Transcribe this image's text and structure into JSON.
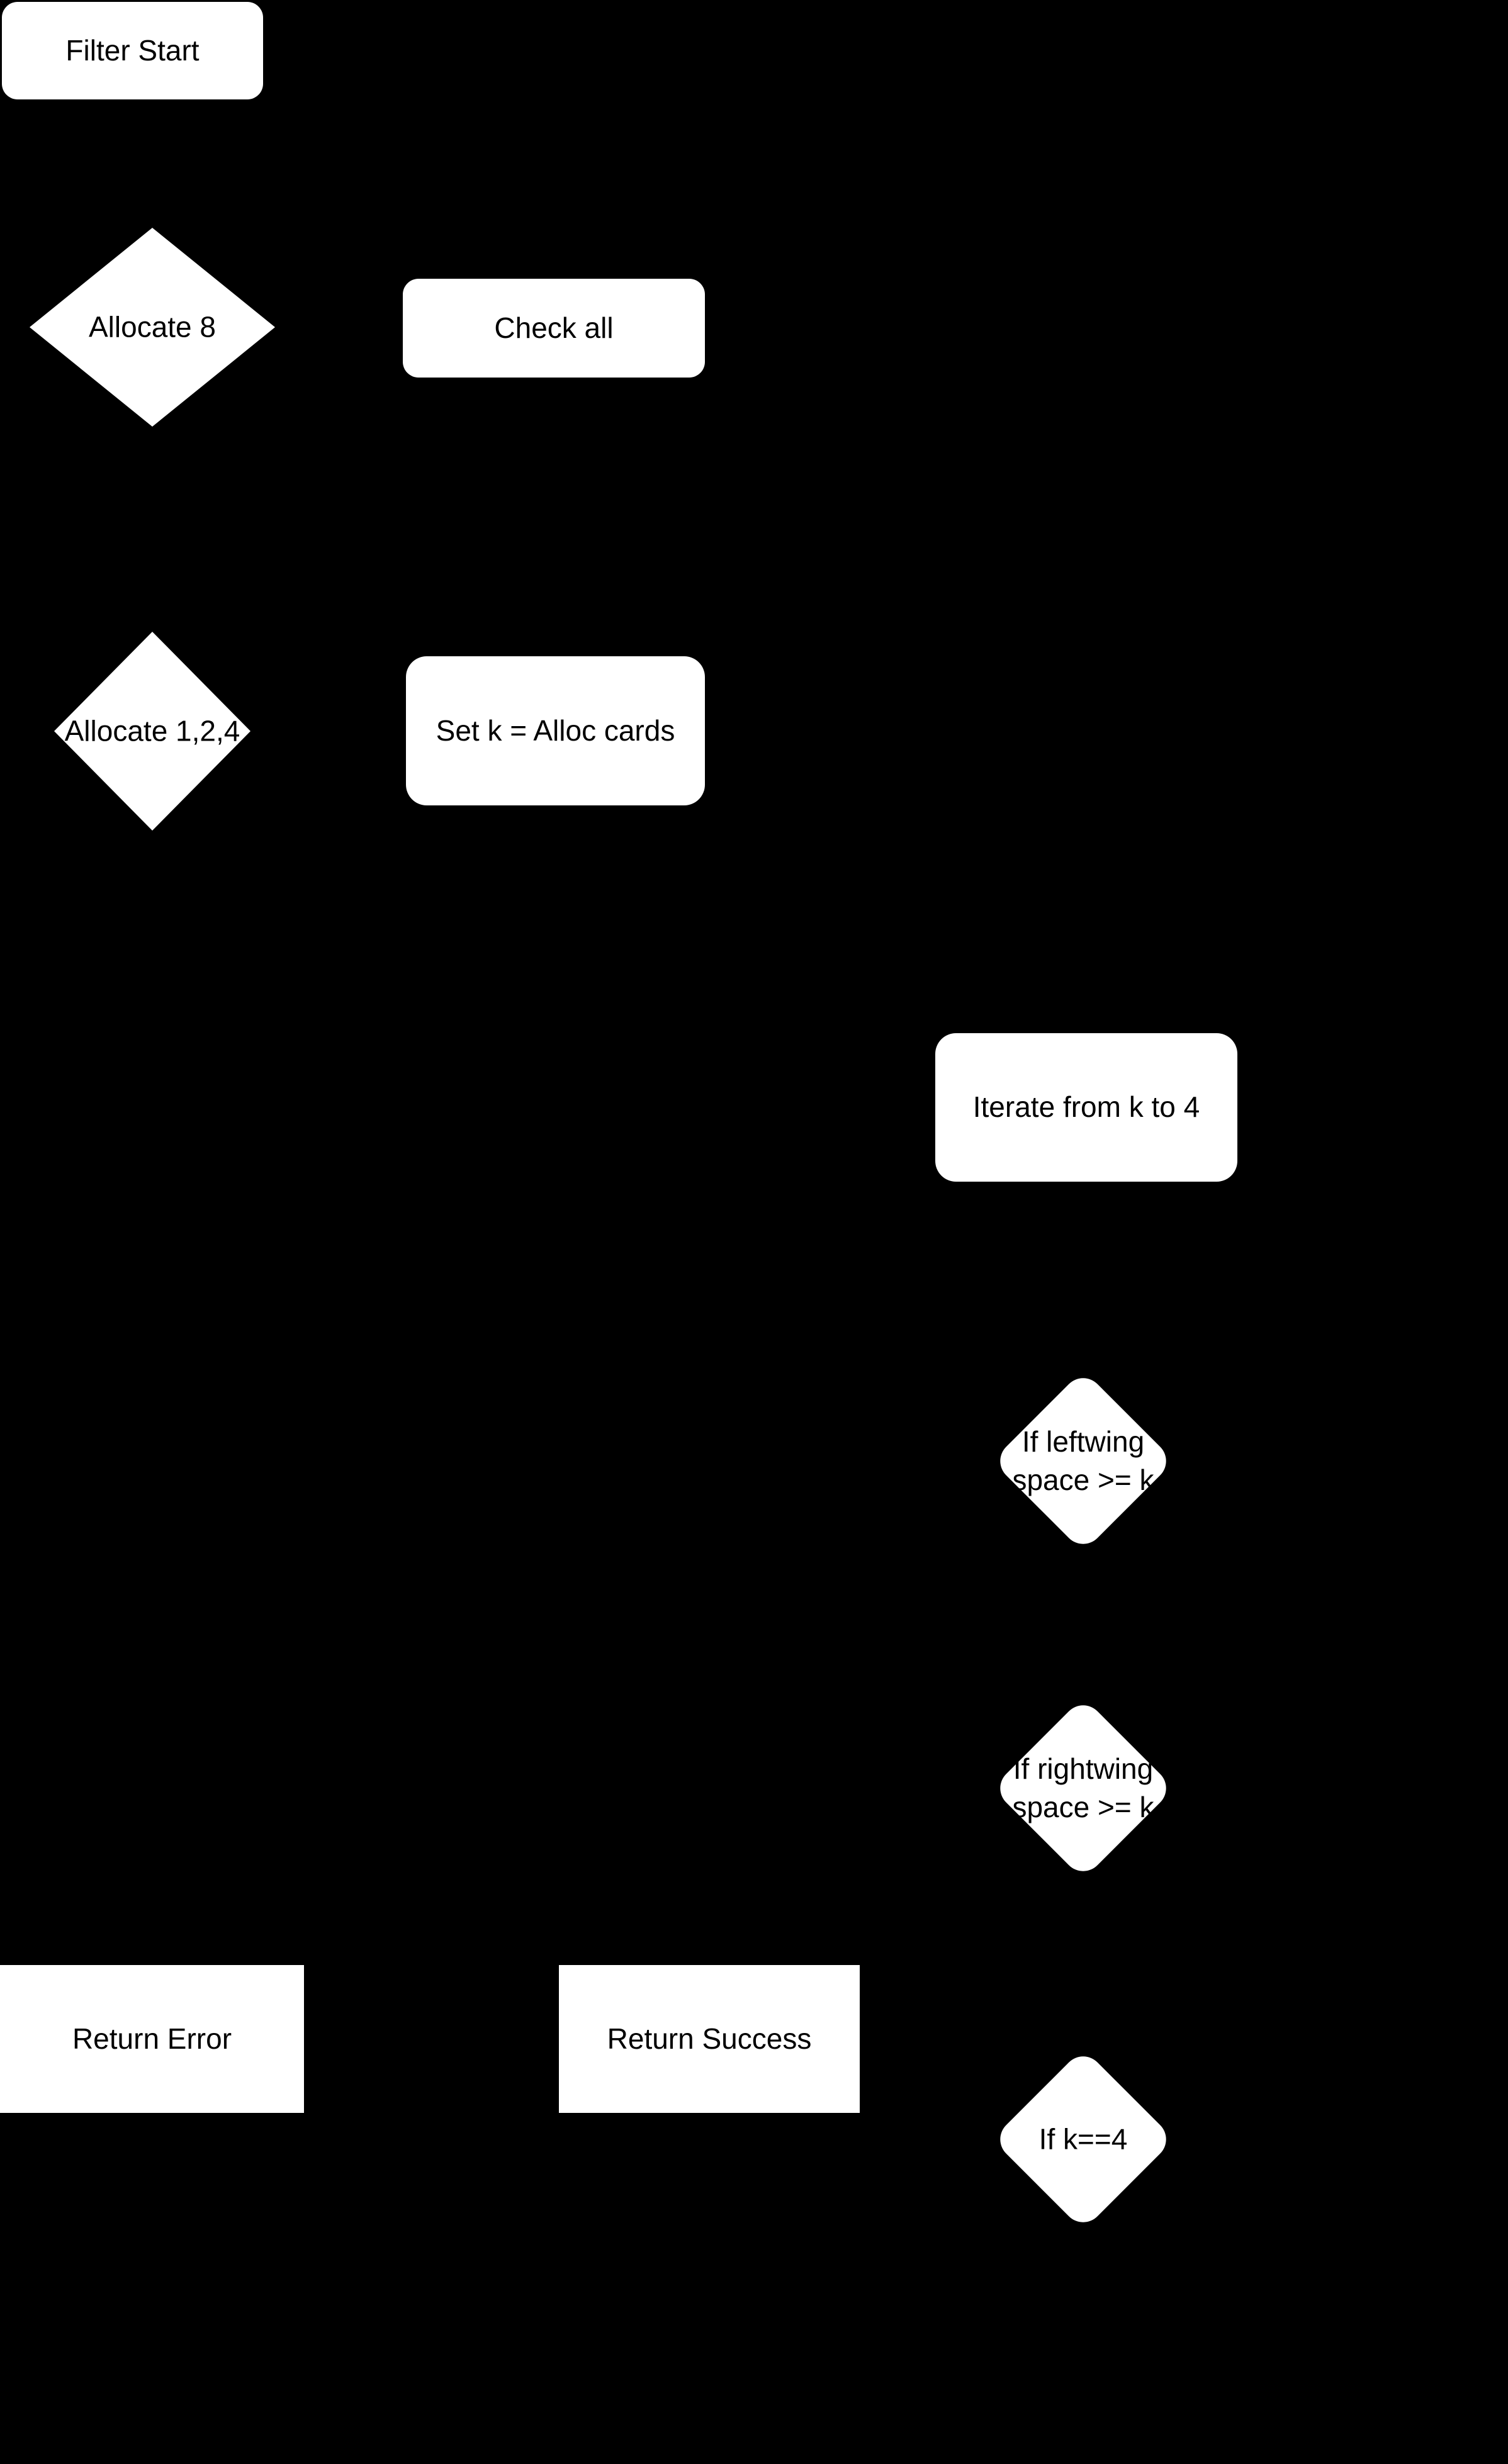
{
  "diagram": {
    "type": "flowchart",
    "colors": {
      "background": "#000000",
      "node_fill": "#ffffff",
      "node_text": "#000000"
    },
    "nodes": {
      "filter_start": {
        "shape": "rounded-rectangle",
        "label": "Filter Start"
      },
      "allocate_8": {
        "shape": "diamond",
        "label": "Allocate 8"
      },
      "check_all": {
        "shape": "rounded-rectangle",
        "label": "Check all"
      },
      "allocate_1_2_4": {
        "shape": "diamond",
        "label": "Allocate 1,2,4"
      },
      "set_k": {
        "shape": "rounded-rectangle",
        "label": "Set k = Alloc cards"
      },
      "iterate_k_to_4": {
        "shape": "rounded-rectangle",
        "label": "Iterate from k to 4"
      },
      "if_leftwing": {
        "shape": "rounded-diamond",
        "line1": "If leftwing",
        "line2": "space >= k"
      },
      "if_rightwing": {
        "shape": "rounded-diamond",
        "line1": "If rightwing",
        "line2": "space >= k"
      },
      "return_error": {
        "shape": "rectangle",
        "label": "Return Error"
      },
      "return_success": {
        "shape": "rectangle",
        "label": "Return Success"
      },
      "if_k_equals_4": {
        "shape": "rounded-diamond",
        "label": "If k==4"
      }
    }
  }
}
